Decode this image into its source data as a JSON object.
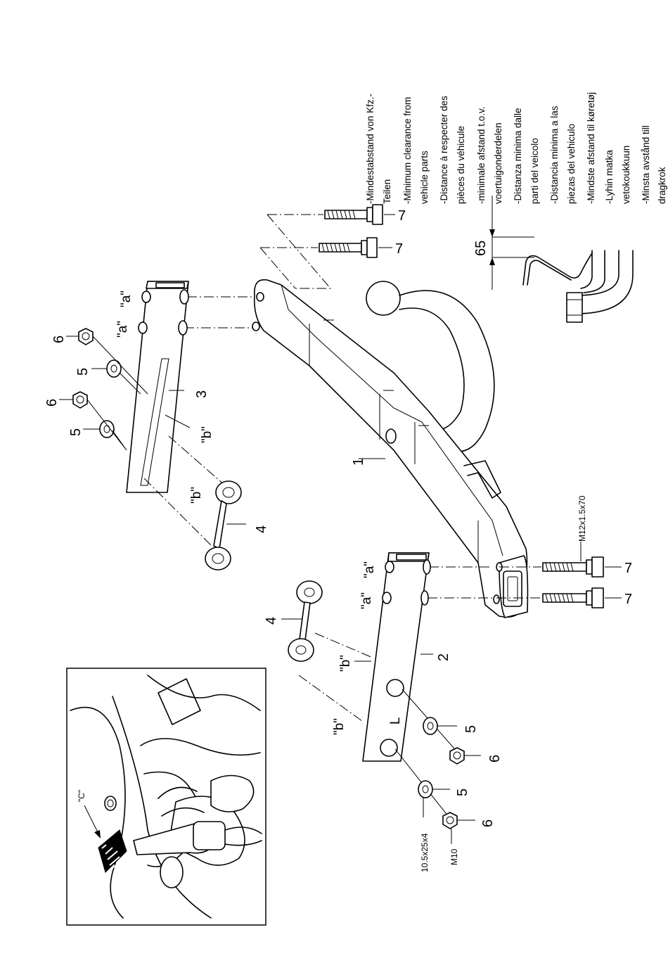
{
  "clearance_note": {
    "lines": [
      "-Mindestabstand von Kfz.-",
      "Teilen",
      "-Minimum clearance from",
      "vehicle parts",
      "-Distance à respecter des",
      "pièces du véhicule",
      "-minimale afstand t.o.v.",
      "voertuigonderdelen",
      "-Distanza minima dalle",
      "parti del veicolo",
      "-Distancia minima a las",
      "piezas del vehiculo",
      "-Mindste afstand til køretøj",
      "-Lyhin matka",
      "vetokoukkuun",
      "-Minsta avstånd till",
      "dragkrok"
    ]
  },
  "dimension": {
    "value": "65"
  },
  "part_numbers": {
    "p1": "1",
    "p2": "2",
    "p3": "3",
    "p4_upper": "4",
    "p4_lower": "4",
    "p5_a": "5",
    "p5_b": "5",
    "p5_c": "5",
    "p5_d": "5",
    "p6_a": "6",
    "p6_b": "6",
    "p6_c": "6",
    "p6_d": "6",
    "p7_a": "7",
    "p7_b": "7",
    "p7_c": "7",
    "p7_d": "7"
  },
  "hole_labels": {
    "a1": "\"a\"",
    "a2": "\"a\"",
    "a3": "\"a\"",
    "a4": "\"a\"",
    "b1": "\"b\"",
    "b2": "\"b\"",
    "b3": "\"b\"",
    "b4": "\"b\""
  },
  "specs": {
    "bolt": "M12x1.5x70",
    "washer": "10.5x25x4",
    "nut": "M10",
    "side_marker": "L",
    "inset_callout": "\"C\""
  }
}
